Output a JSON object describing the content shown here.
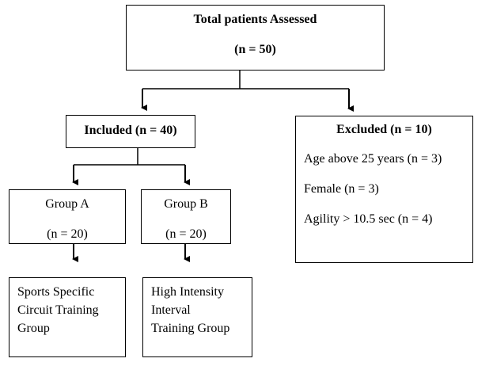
{
  "total": {
    "title": "Total patients Assessed",
    "count": "(n = 50)"
  },
  "included": {
    "label": "Included (n = 40)"
  },
  "excluded": {
    "label": "Excluded (n = 10)",
    "reasons": [
      "Age above 25 years (n = 3)",
      "Female (n = 3)",
      "Agility > 10.5 sec (n = 4)"
    ]
  },
  "group_a": {
    "name": "Group A",
    "count": "(n = 20)",
    "training_lines": [
      "Sports Specific",
      "Circuit Training",
      "Group"
    ]
  },
  "group_b": {
    "name": "Group B",
    "count": "(n = 20)",
    "training_lines": [
      "High Intensity",
      "Interval",
      "Training Group"
    ]
  }
}
